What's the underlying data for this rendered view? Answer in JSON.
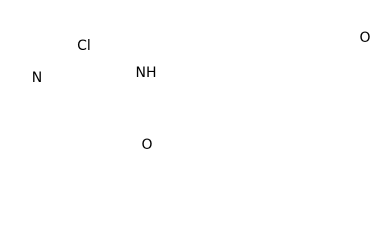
{
  "molecule": {
    "labels": {
      "cl": "Cl",
      "n_ring": "N",
      "nh": "NH",
      "o": "O",
      "o_methoxy": "O"
    }
  }
}
